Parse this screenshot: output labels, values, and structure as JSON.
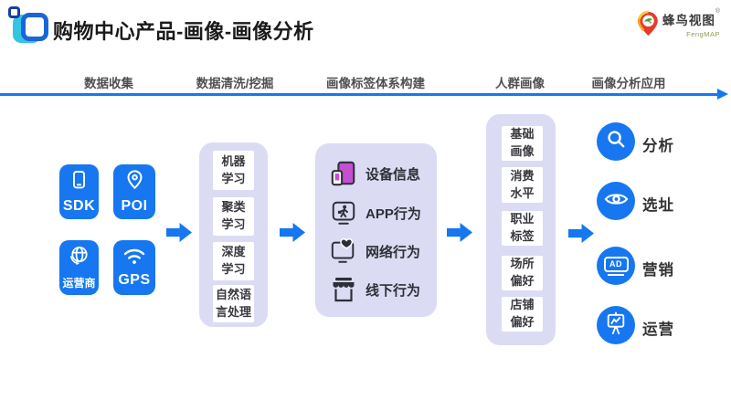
{
  "header": {
    "title": "购物中心产品-画像-画像分析",
    "brand": {
      "name": "蜂鸟视图",
      "reg": "®",
      "latin": "FengMAP"
    }
  },
  "stages": [
    {
      "label": "数据收集"
    },
    {
      "label": "数据清洗/挖掘"
    },
    {
      "label": "画像标签体系构建"
    },
    {
      "label": "人群画像"
    },
    {
      "label": "画像分析应用"
    }
  ],
  "collection": {
    "tiles": [
      {
        "label": "SDK",
        "icon": "phone-icon"
      },
      {
        "label": "POI",
        "icon": "map-pin-icon"
      },
      {
        "label": "运营商",
        "icon": "globe-icon"
      },
      {
        "label": "GPS",
        "icon": "wifi-icon"
      }
    ]
  },
  "cleaning": {
    "items": [
      "机器\n学习",
      "聚类\n学习",
      "深度\n学习",
      "自然语\n言处理"
    ]
  },
  "tagging": {
    "items": [
      {
        "label": "设备信息",
        "icon": "devices-icon"
      },
      {
        "label": "APP行为",
        "icon": "app-behavior-icon"
      },
      {
        "label": "网络行为",
        "icon": "web-behavior-icon"
      },
      {
        "label": "线下行为",
        "icon": "storefront-icon"
      }
    ]
  },
  "profile": {
    "items": [
      "基础\n画像",
      "消费\n水平",
      "职业\n标签",
      "场所\n偏好",
      "店铺\n偏好"
    ]
  },
  "applications": {
    "ad_text": "AD",
    "items": [
      {
        "label": "分析",
        "icon": "magnifier-icon"
      },
      {
        "label": "选址",
        "icon": "eye-icon"
      },
      {
        "label": "营销",
        "icon": "ad-billboard-icon"
      },
      {
        "label": "运营",
        "icon": "easel-chart-icon"
      }
    ]
  },
  "colors": {
    "accent_blue": "#1677F0",
    "panel_lavender": "#DBDCF4",
    "device_magenta": "#C44FD0",
    "icon_ink": "#2E2E38"
  }
}
